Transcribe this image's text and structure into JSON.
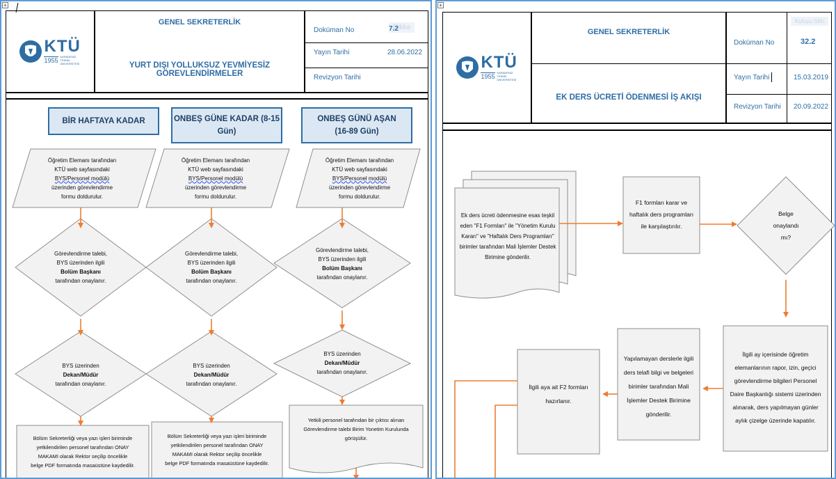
{
  "left": {
    "logo": {
      "name": "KTÜ",
      "year": "1955",
      "tagline": "KARADENİZ TEKNİK ÜNİVERSİTESİ"
    },
    "header": {
      "org": "GENEL SEKRETERLİK",
      "title": "YURT DIŞI YOLLUKSUZ YEVMİYESİZ GÖREVLENDİRMELER",
      "doc_no_label": "Doküman No",
      "doc_no": "7.2",
      "pub_date_label": "Yayın Tarihi",
      "pub_date": "28.06.2022",
      "rev_date_label": "Revizyon Tarihi",
      "rev_date": ""
    },
    "columns": [
      {
        "heading": "BİR HAFTAYA KADAR",
        "step1": [
          "Öğretim Elemanı tarafından",
          "KTÜ web sayfasındaki",
          "BYS/Personel modülü",
          "üzerinden görevlendirme",
          "formu doldurulur."
        ],
        "step2": [
          "Görevlendirme talebi,",
          "BYS üzerinden ilgili",
          "Bolüm Başkanı",
          "tarafından onaylanır."
        ],
        "step3": [
          "BYS üzerinden",
          "Dekan/Müdür",
          "tarafından onaylanır."
        ],
        "step4": [
          "Bölüm Sekreterliği veya yazı işleri biriminde",
          "yetkilendirilen personel tarafından ONAY",
          "MAKAMI olarak Rektor seçilip öncelikle",
          "belge PDF formatında masaüstüne kaydedilir."
        ]
      },
      {
        "heading_line1": "ONBEŞ GÜNE KADAR (8-15",
        "heading_line2": "Gün)",
        "step1": [
          "Öğretim Elemanı tarafından",
          "KTÜ web sayfasındaki",
          "BYS/Personel modülü",
          "üzerinden görevlendirme",
          "formu doldurulur."
        ],
        "step2": [
          "Görevlendirme talebi,",
          "BYS üzerinden ilgili",
          "Bolüm Başkanı",
          "tarafından onaylanır."
        ],
        "step3": [
          "BYS üzerinden",
          "Dekan/Müdür",
          "tarafından onaylanır."
        ],
        "step4": [
          "Bölüm Sekreterliği veya yazı işleri biriminde",
          "yetkilendirilen personel tarafından ONAY",
          "MAKAMI olarak Rektor seçilip öncelikle",
          "belge PDF formatında masaüstüne kaydedilir."
        ]
      },
      {
        "heading_line1": "ONBEŞ GÜNÜ AŞAN",
        "heading_line2": "(16-89 Gün)",
        "step1": [
          "Öğretim Elemanı tarafından",
          "KTÜ web sayfasındaki",
          "BYS/Personel modülü",
          "üzerinden görevlendirme",
          "formu doldurulur."
        ],
        "step2": [
          "Görevlendirme talebi,",
          "BYS üzerinden ilgili",
          "Bolüm Başkanı",
          "tarafından onaylanır."
        ],
        "step3": [
          "BYS üzerinden",
          "Dekan/Müdür",
          "tarafından onaylanır."
        ],
        "step4": [
          "Yetkili personel tarafından bir çıktısı alınan",
          "Görevlendirme talebi Birim Yonetim Kurulunda",
          "görüşülür."
        ]
      }
    ]
  },
  "right": {
    "logo": {
      "name": "KTÜ",
      "year": "1955",
      "tagline": "KARADENİZ TEKNİK ÜNİVERSİTESİ"
    },
    "header": {
      "org": "GENEL SEKRETERLİK",
      "title": "EK DERS ÜCRETİ ÖDENMESİ İŞ AKIŞI",
      "doc_no_label": "Doküman No",
      "doc_no": "32.2",
      "pub_date_label": "Yayın Tarihi",
      "pub_date": "15.03.2019",
      "rev_date_label": "Revizyon Tarihi",
      "rev_date": "20.09.2022"
    },
    "flow": {
      "docs": [
        "Ek ders ücreti ödenmesine esas teşkil",
        "eden \"F1 Formları\" ile \"Yönetim Kurulu",
        "Kararı\" ve \"Haftalık Ders Programları\"",
        "birimler tarafından Mali İşlemler Destek",
        "Birimine gönderilir."
      ],
      "compare": [
        "F1 formları karar ve",
        "haftalık ders programları",
        "ile karşılaştırılır."
      ],
      "decision": [
        "Belge",
        "onaylandı",
        "mı?"
      ],
      "monthly": [
        "İlgili ay içerisinde öğretim",
        "elemanlarının rapor, izin, geçici",
        "görevlendirme bilgileri Personel",
        "Daire Başkanlığı sistemi üzerinden",
        "alınarak, ders yapılmayan günler",
        "aylık çizelge üzerinde kapatılır."
      ],
      "makeup": [
        "Yapılamayan derslerle ilgili",
        "ders telafi bilgi ve belgeleri",
        "birimler tarafından Mali",
        "İşlemler Destek Birimine",
        "gönderilir."
      ],
      "f2": [
        "İlgili aya ait F2 formları",
        "hazırlanır."
      ]
    }
  },
  "colors": {
    "frame": "#5b9bd5",
    "header_text": "#2e6da4",
    "arrow": "#ed7d31",
    "shape_fill": "#f2f2f2",
    "heading_fill": "#dbe8f4"
  }
}
